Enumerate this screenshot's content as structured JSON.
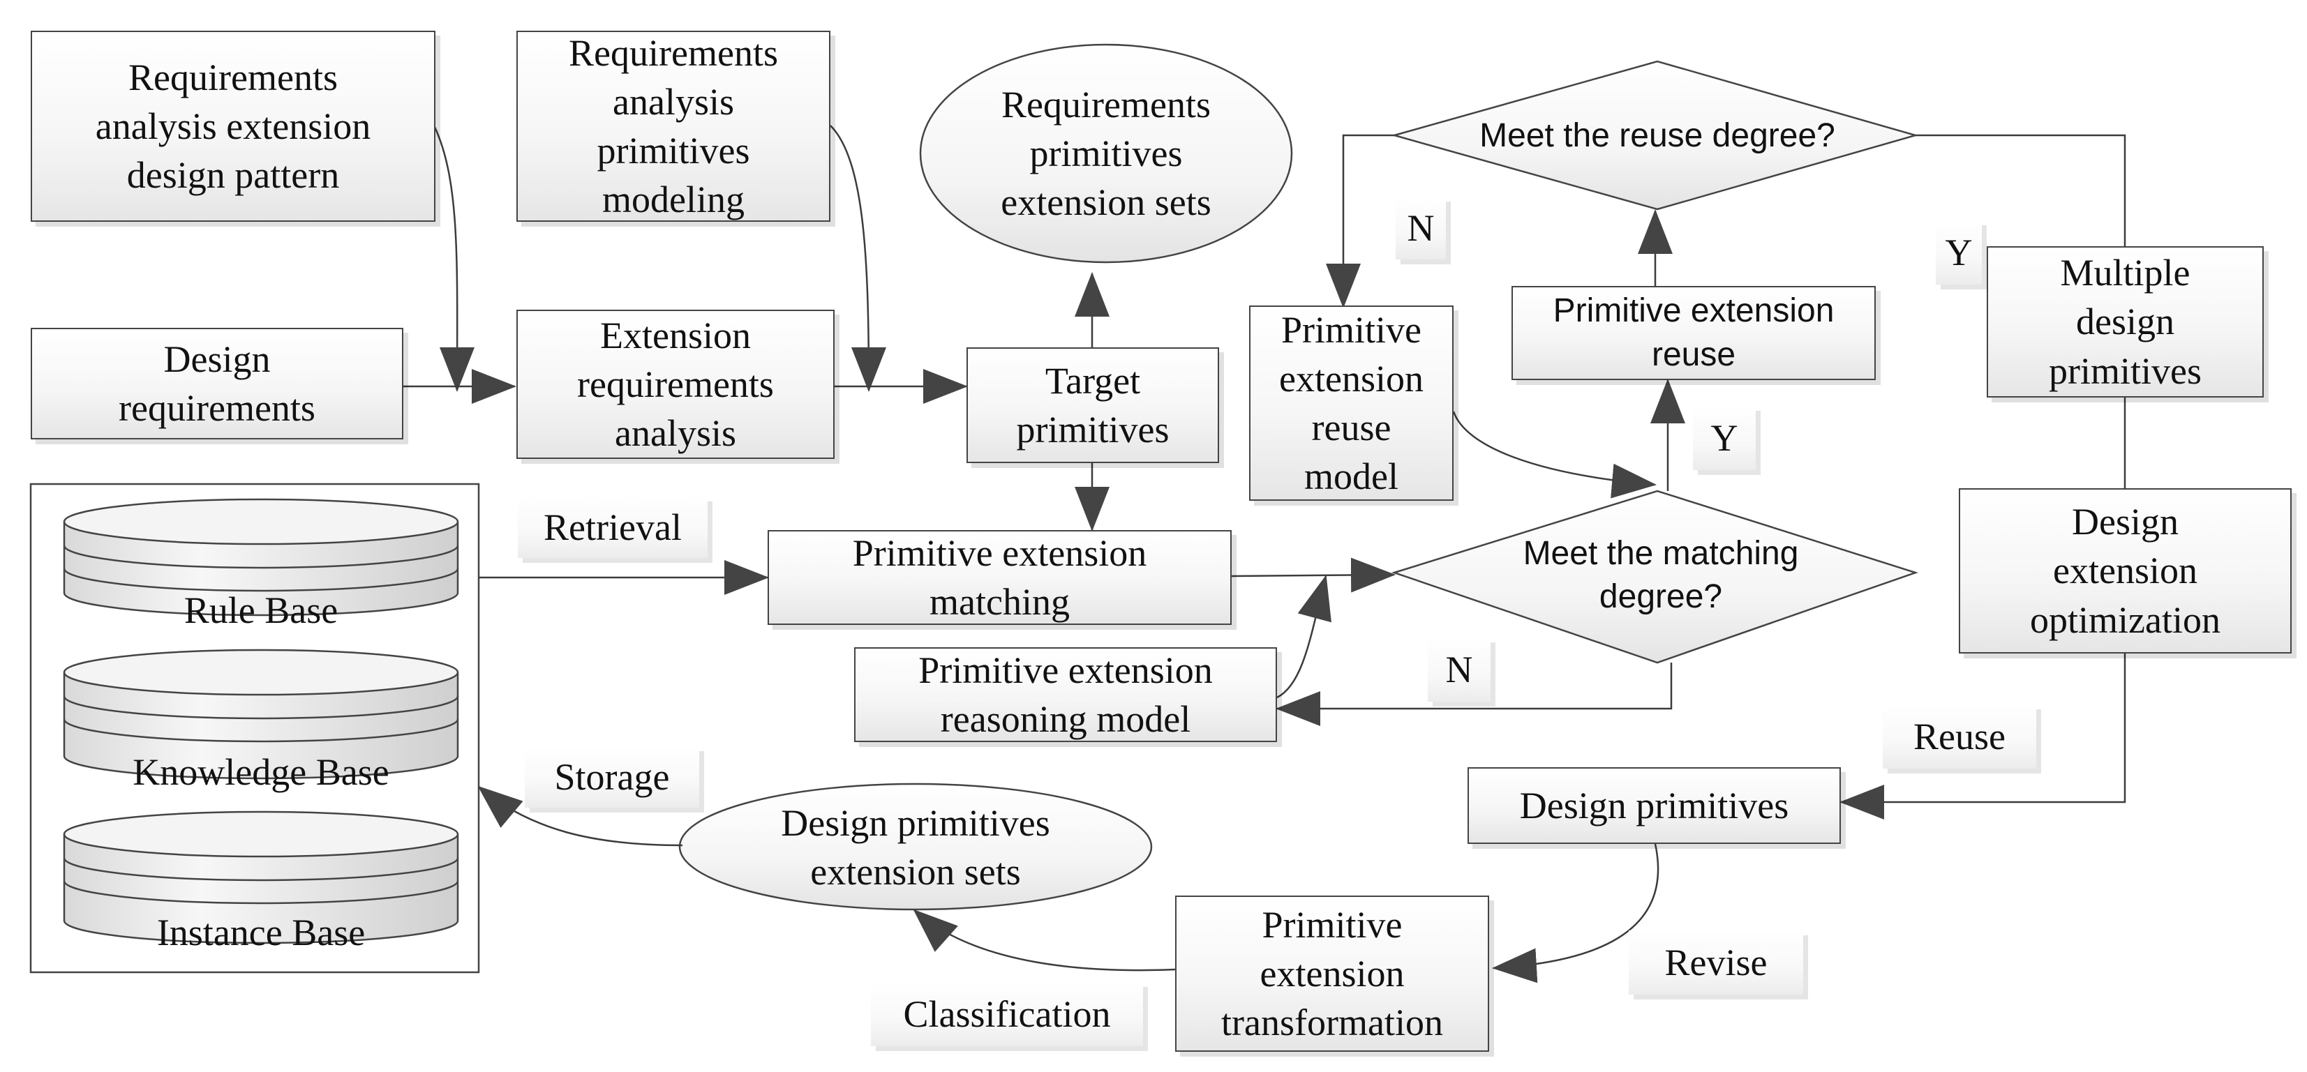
{
  "nodes": {
    "req_pattern": "Requirements\nanalysis extension\ndesign pattern",
    "design_requirements": "Design\nrequirements",
    "req_primitives_modeling": "Requirements\nanalysis\nprimitives\nmodeling",
    "extension_req_analysis": "Extension\nrequirements\nanalysis",
    "req_primitives_ext_sets": "Requirements\nprimitives\nextension sets",
    "target_primitives": "Target\nprimitives",
    "primitive_ext_matching": "Primitive extension\nmatching",
    "primitive_ext_reasoning_model": "Primitive extension\nreasoning model",
    "meet_matching_degree": "Meet the matching\ndegree?",
    "primitive_ext_reuse_model": "Primitive\nextension\nreuse\nmodel",
    "primitive_ext_reuse": "Primitive extension\nreuse",
    "meet_reuse_degree": "Meet the reuse degree?",
    "multiple_design_primitives": "Multiple\ndesign\nprimitives",
    "design_ext_optimization": "Design\nextension\noptimization",
    "design_primitives": "Design primitives",
    "primitive_ext_transformation": "Primitive\nextension\ntransformation",
    "design_primitives_ext_sets": "Design primitives\nextension sets"
  },
  "databases": {
    "rule_base": "Rule Base",
    "knowledge_base": "Knowledge Base",
    "instance_base": "Instance Base"
  },
  "edge_labels": {
    "retrieval": "Retrieval",
    "storage": "Storage",
    "classification": "Classification",
    "revise": "Revise",
    "reuse": "Reuse",
    "n_reuse": "N",
    "y_reuse": "Y",
    "y_matching": "Y",
    "n_matching": "N"
  },
  "colors": {
    "line": "#3c3c3c",
    "arrow": "#444444"
  }
}
